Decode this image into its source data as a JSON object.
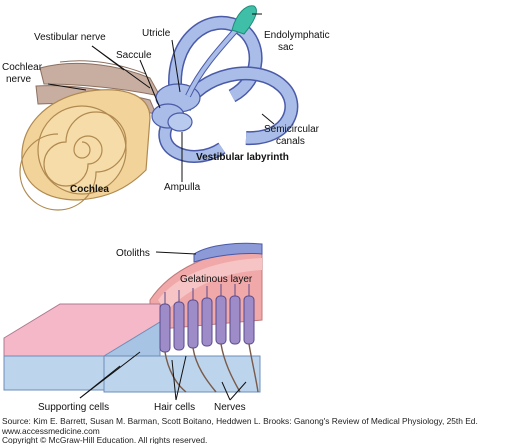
{
  "labels": {
    "utricle": "Utricle",
    "vestibular_nerve": "Vestibular nerve",
    "saccule": "Saccule",
    "endolymphatic_sac": [
      "Endolymphatic",
      "sac"
    ],
    "cochlear_nerve": [
      "Cochlear",
      "nerve"
    ],
    "semicircular_canals": [
      "Semicircular",
      "canals"
    ],
    "vestibular_labyrinth": "Vestibular labyrinth",
    "cochlea": "Cochlea",
    "ampulla": "Ampulla",
    "otoliths": "Otoliths",
    "gelatinous_layer": "Gelatinous layer",
    "supporting_cells": "Supporting cells",
    "hair_cells": "Hair cells",
    "nerves": "Nerves"
  },
  "source": {
    "line1": "Source: Kim E. Barrett, Susan M. Barman, Scott Boitano, Heddwen L. Brooks: Ganong's Review of Medical Physiology, 25th Ed.",
    "line2": "www.accessmedicine.com",
    "line3": "Copyright © McGraw-Hill Education.  All rights reserved."
  },
  "colors": {
    "labyrinth_fill": "#a9bde8",
    "labyrinth_stroke": "#4a5aa8",
    "endolymphatic_sac": "#3fbfa8",
    "cochlea_fill": "#f2d39a",
    "cochlea_stroke": "#b08a50",
    "nerve_fill": "#c8aea0",
    "gelatinous_pink": "#f0a8a8",
    "otolith_blue": "#8c9ad8",
    "hair_cell_purple": "#9d8cc8",
    "supporting_pink": "#f4b8c8",
    "base_blue": "#bcd4ec"
  }
}
